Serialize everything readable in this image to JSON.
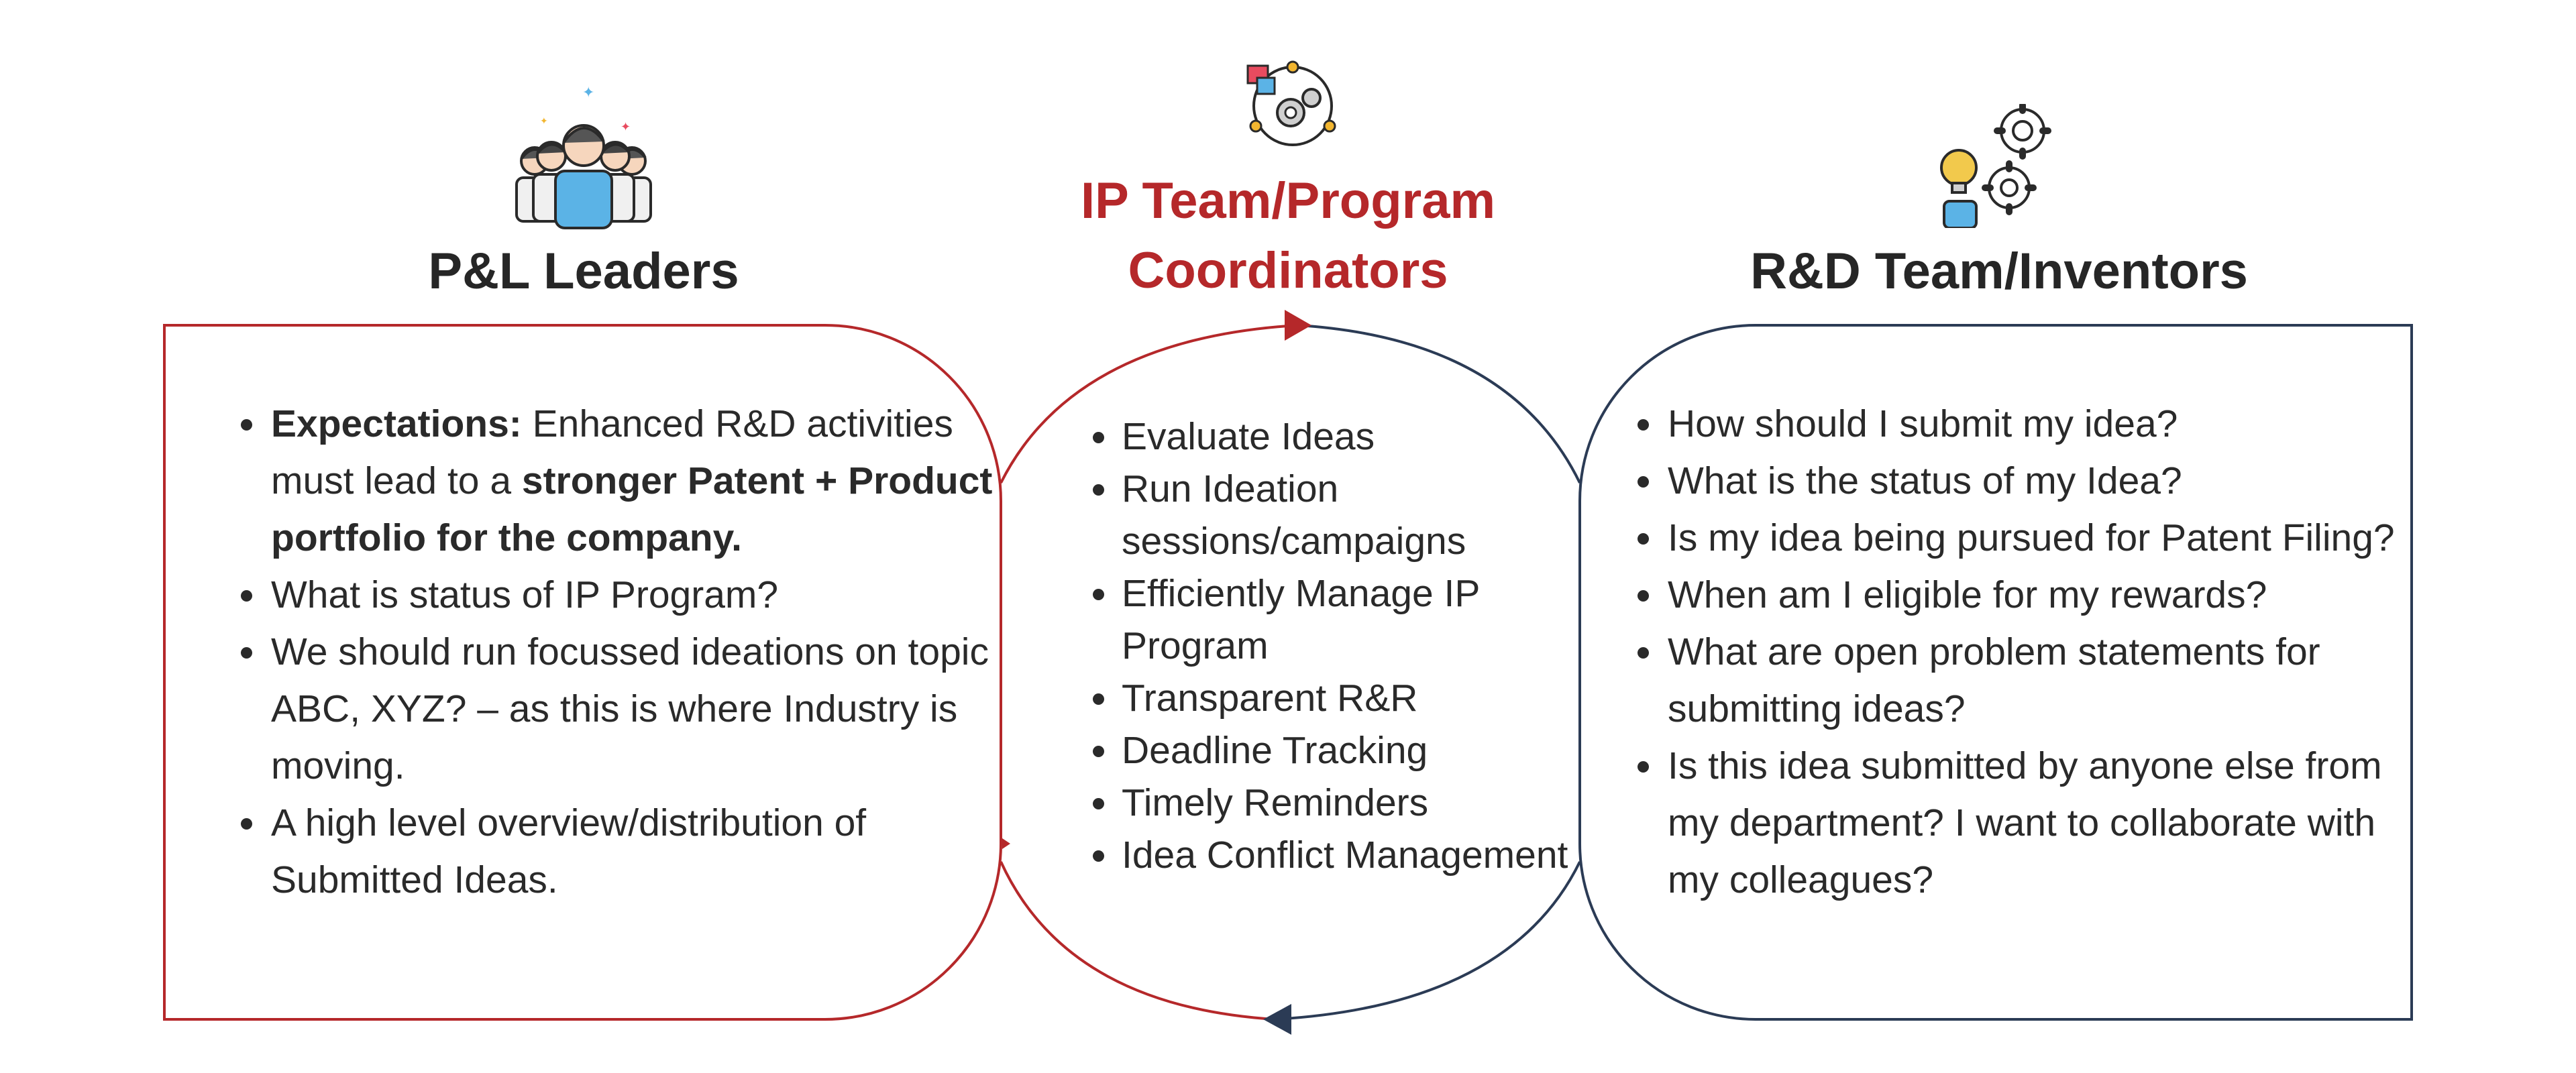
{
  "colors": {
    "red": "#b5282a",
    "navy": "#2b3b55",
    "text": "#262626"
  },
  "left": {
    "title": "P&L Leaders",
    "icon": "team-people-icon",
    "items": [
      {
        "bold": "Expectations:",
        "text1": " Enhanced R&D activities must lead to a ",
        "bold2": "stronger Patent + Product portfolio for the company."
      },
      {
        "text": "What is status of IP Program?"
      },
      {
        "text": "We should run focussed ideations on topic ABC, XYZ? – as this is where Industry is moving."
      },
      {
        "text": "A high level overview/distribution of Submitted Ideas."
      }
    ]
  },
  "center": {
    "title_line1": "IP Team/Program",
    "title_line2": "Coordinators",
    "icon": "team-puzzle-gears-icon",
    "items": [
      "Evaluate Ideas",
      "Run Ideation sessions/campaigns",
      "Efficiently Manage IP Program",
      "Transparent R&R",
      "Deadline Tracking",
      "Timely Reminders",
      "Idea Conflict Management"
    ]
  },
  "right": {
    "title": "R&D Team/Inventors",
    "icon": "inventor-lightbulb-gears-icon",
    "items": [
      "How should I submit my idea?",
      "What is the status of my Idea?",
      "Is my idea being pursued for Patent Filing?",
      "When am I eligible for my rewards?",
      "What are open problem statements for submitting ideas?",
      "Is this idea submitted by anyone else from my department? I want to collaborate with my colleagues?"
    ]
  }
}
